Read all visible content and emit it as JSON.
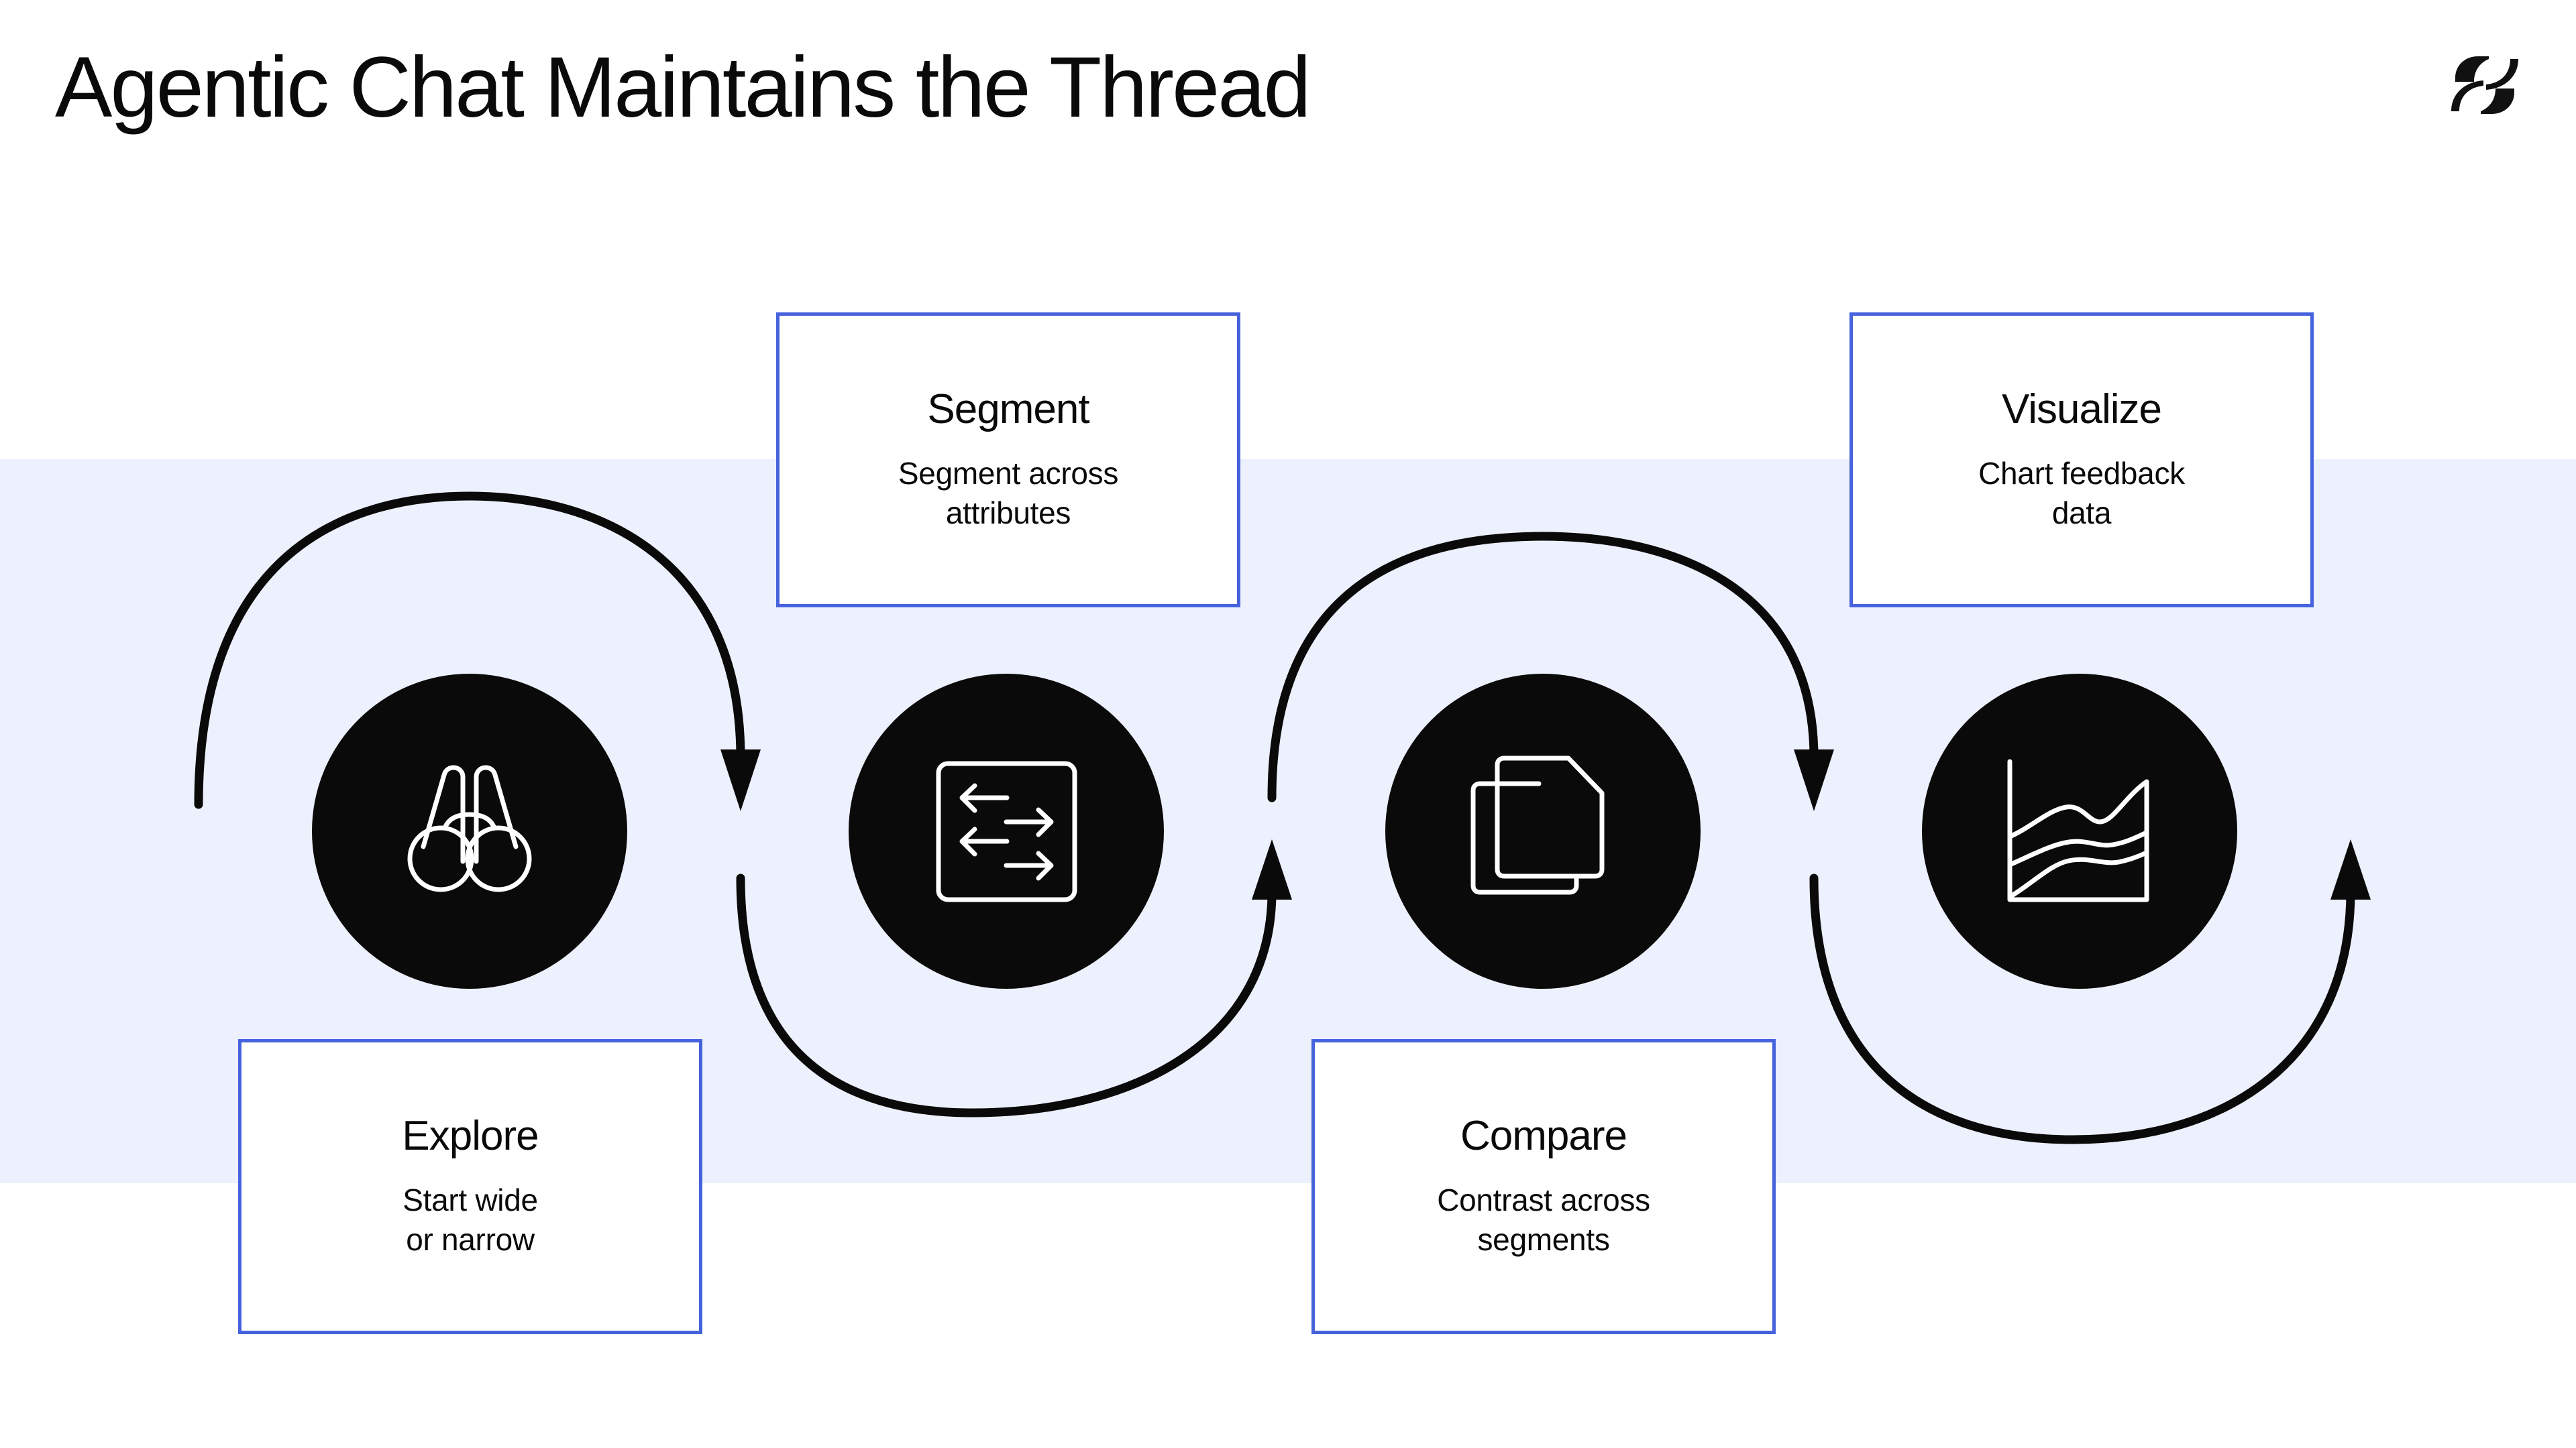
{
  "page": {
    "title": "Agentic Chat Maintains the Thread",
    "background_color": "#ffffff",
    "band_color": "#edf0fd",
    "accent_color": "#4663dd",
    "node_color": "#0a0a0a"
  },
  "logo": {
    "name": "brand-logo",
    "shape": "double-chevron-r-mark",
    "color": "#111111"
  },
  "steps": [
    {
      "id": "explore",
      "title": "Explore",
      "description": "Start wide\nor narrow",
      "icon": "binoculars-icon",
      "card_position": "below"
    },
    {
      "id": "segment",
      "title": "Segment",
      "description": "Segment across\nattributes",
      "icon": "split-arrows-box-icon",
      "card_position": "above"
    },
    {
      "id": "compare",
      "title": "Compare",
      "description": "Contrast across\nsegments",
      "icon": "stacked-documents-icon",
      "card_position": "below"
    },
    {
      "id": "visualize",
      "title": "Visualize",
      "description": "Chart feedback\ndata",
      "icon": "line-chart-icon",
      "card_position": "above"
    }
  ],
  "connectors": [
    {
      "from": "start",
      "to": "explore-exit",
      "direction": "arc-over-down"
    },
    {
      "from": "explore-exit",
      "to": "segment",
      "direction": "arc-under-up"
    },
    {
      "from": "segment",
      "to": "compare-entry",
      "direction": "arc-over-down"
    },
    {
      "from": "compare-entry",
      "to": "visualize",
      "direction": "arc-under-up"
    }
  ]
}
